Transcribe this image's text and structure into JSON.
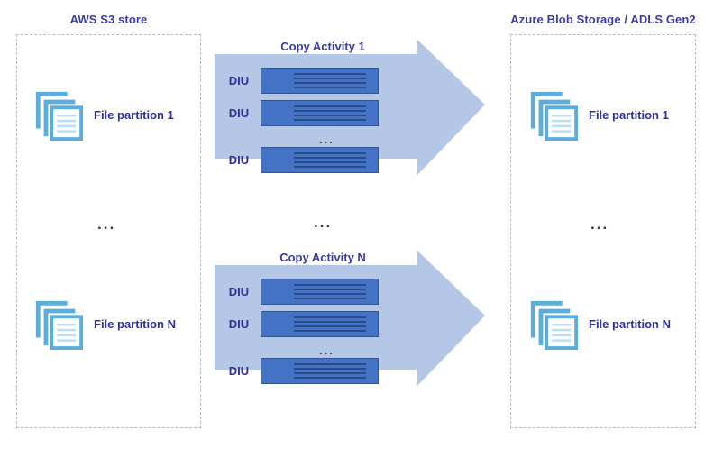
{
  "diagram": {
    "title_colors": {
      "heading": "#3B3BA8",
      "label": "#2F2F9E",
      "arrow_fill": "#B4C7E7",
      "rack_fill": "#4472C4",
      "rack_line": "#2A4C8A",
      "doc_icon": "#5BAEDA",
      "dashed_border": "#B9B9B9"
    },
    "source": {
      "title": "AWS S3 store",
      "partitions": [
        {
          "label": "File partition 1",
          "icon": "documents-icon"
        },
        {
          "label": "File partition N",
          "icon": "documents-icon"
        }
      ],
      "ellipsis": "..."
    },
    "destination": {
      "title": "Azure Blob Storage / ADLS Gen2",
      "partitions": [
        {
          "label": "File partition 1",
          "icon": "documents-icon"
        },
        {
          "label": "File partition N",
          "icon": "documents-icon"
        }
      ],
      "ellipsis": "..."
    },
    "middle_ellipsis": "...",
    "activities": [
      {
        "title": "Copy Activity 1",
        "diu_label": "DIU",
        "diu_rows": [
          "DIU",
          "DIU",
          "DIU"
        ],
        "inner_ellipsis": "..."
      },
      {
        "title": "Copy Activity N",
        "diu_label": "DIU",
        "diu_rows": [
          "DIU",
          "DIU",
          "DIU"
        ],
        "inner_ellipsis": "..."
      }
    ]
  }
}
